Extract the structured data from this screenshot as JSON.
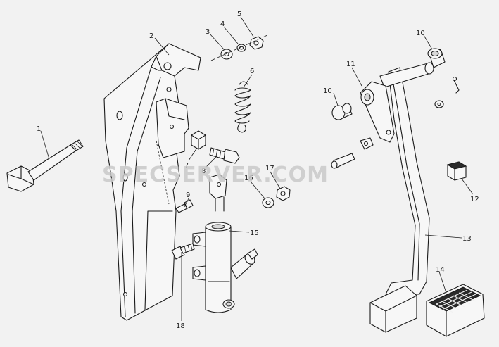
{
  "watermark": "SPECSERVER.COM",
  "callouts": [
    {
      "id": "c1",
      "label": "1"
    },
    {
      "id": "c2",
      "label": "2"
    },
    {
      "id": "c3",
      "label": "3"
    },
    {
      "id": "c4",
      "label": "4"
    },
    {
      "id": "c5",
      "label": "5"
    },
    {
      "id": "c6",
      "label": "6"
    },
    {
      "id": "c7",
      "label": "7"
    },
    {
      "id": "c8",
      "label": "8"
    },
    {
      "id": "c9",
      "label": "9"
    },
    {
      "id": "c10a",
      "label": "10"
    },
    {
      "id": "c10b",
      "label": "10"
    },
    {
      "id": "c11",
      "label": "11"
    },
    {
      "id": "c12",
      "label": "12"
    },
    {
      "id": "c13",
      "label": "13"
    },
    {
      "id": "c14",
      "label": "14"
    },
    {
      "id": "c15",
      "label": "15"
    },
    {
      "id": "c16",
      "label": "16"
    },
    {
      "id": "c17",
      "label": "17"
    },
    {
      "id": "c18",
      "label": "18"
    }
  ]
}
